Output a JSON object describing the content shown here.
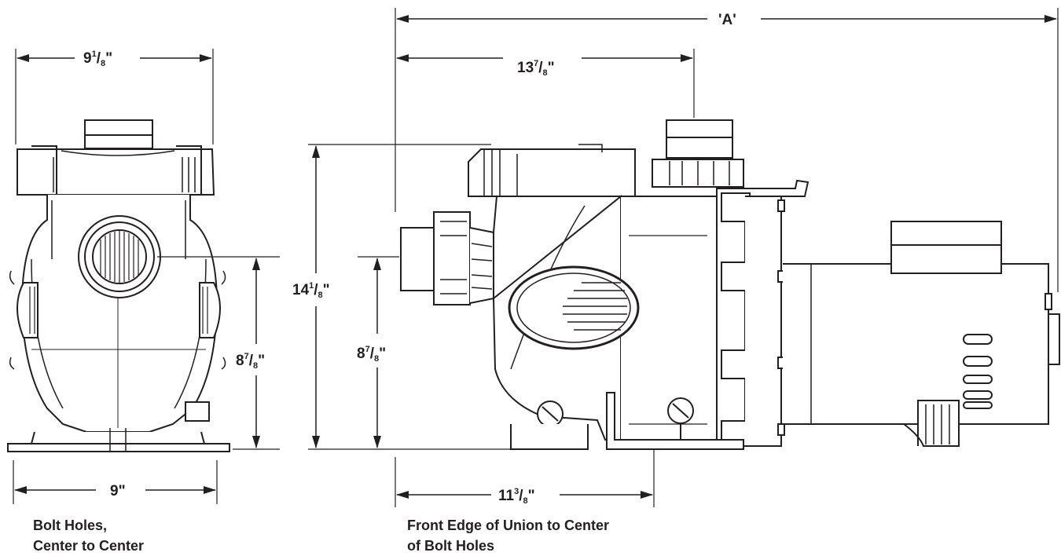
{
  "dimensions": {
    "front_top_width": {
      "whole": "9",
      "num": "1",
      "den": "8",
      "unit": "\""
    },
    "front_bottom_width": {
      "whole": "9",
      "num": "",
      "den": "",
      "unit": "\""
    },
    "front_height": {
      "whole": "8",
      "num": "7",
      "den": "8",
      "unit": "\""
    },
    "overall_length": {
      "label": "'A'"
    },
    "side_top_width": {
      "whole": "13",
      "num": "7",
      "den": "8",
      "unit": "\""
    },
    "side_total_height": {
      "whole": "14",
      "num": "1",
      "den": "8",
      "unit": "\""
    },
    "side_inlet_height": {
      "whole": "8",
      "num": "7",
      "den": "8",
      "unit": "\""
    },
    "side_bottom_width": {
      "whole": "11",
      "num": "3",
      "den": "8",
      "unit": "\""
    }
  },
  "captions": {
    "left": [
      "Bolt Holes,",
      "Center to Center"
    ],
    "right": [
      "Front Edge of Union to Center",
      "of Bolt Holes"
    ]
  }
}
